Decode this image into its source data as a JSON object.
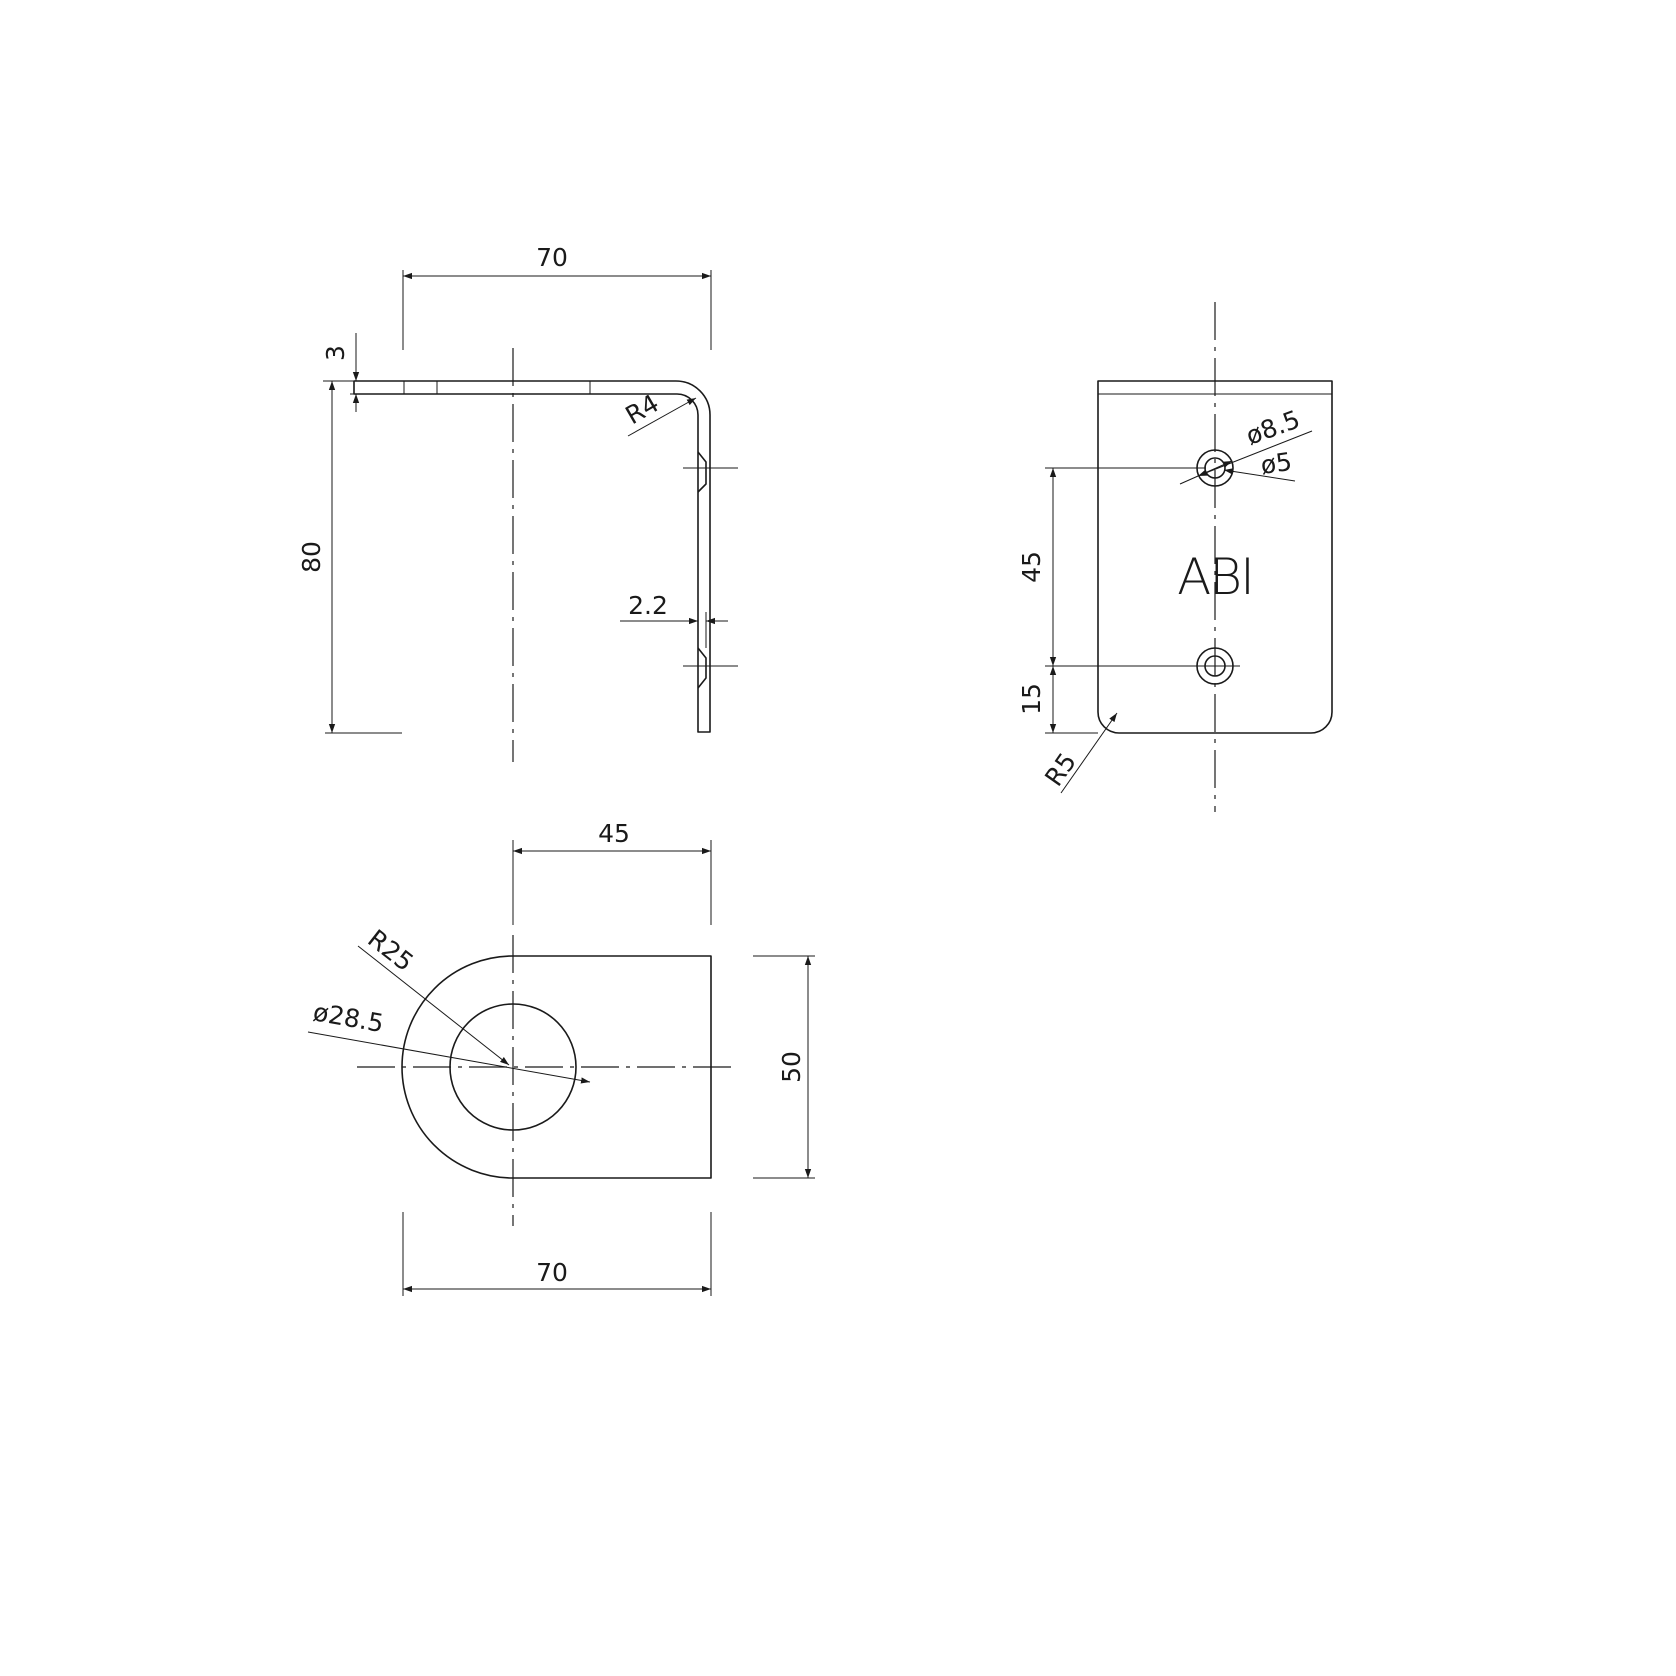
{
  "logo": "ABI",
  "colors": {
    "line": "#1a1a1a",
    "background": "#ffffff"
  },
  "side_view": {
    "width": "70",
    "thickness": "3",
    "height": "80",
    "bend_radius": "R4",
    "countersink_depth": "2.2"
  },
  "front_view": {
    "hole_outer": "ø8.5",
    "hole_inner": "ø5",
    "hole_spacing": "45",
    "bottom_offset": "15",
    "corner_radius": "R5"
  },
  "top_view": {
    "center_offset": "45",
    "end_radius": "R25",
    "bore_diameter": "ø28.5",
    "depth": "50",
    "length": "70"
  }
}
